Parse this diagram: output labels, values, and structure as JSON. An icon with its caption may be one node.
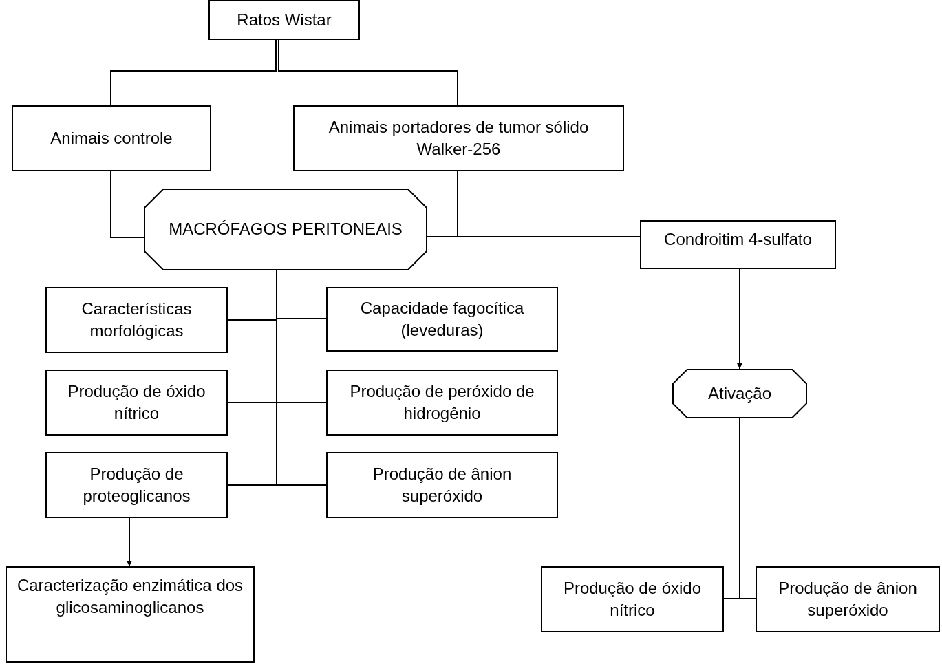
{
  "diagram": {
    "nodes": [
      {
        "text": [
          "Ratos Wistar"
        ]
      },
      {
        "text": [
          "Animais controle"
        ]
      },
      {
        "text": [
          "Animais portadores de tumor sólido Walker-256"
        ]
      },
      {
        "text": [
          "MACRÓFAGOS PERITONEAIS"
        ]
      },
      {
        "text": [
          "Condroitim 4-sulfato"
        ]
      },
      {
        "text": [
          "Características morfológicas"
        ]
      },
      {
        "text": [
          "Capacidade fagocítica (leveduras)"
        ]
      },
      {
        "text": [
          "Produção de óxido nítrico"
        ]
      },
      {
        "text": [
          "Produção de peróxido de hidrogênio"
        ]
      },
      {
        "text": [
          "Produção de proteoglicanos"
        ]
      },
      {
        "text": [
          "Produção de ânion superóxido"
        ]
      },
      {
        "text": [
          "Caracterização enzimática dos glicosaminoglicanos"
        ]
      },
      {
        "text": [
          "Ativação"
        ]
      },
      {
        "text": [
          "Produção de óxido nítrico"
        ]
      },
      {
        "text": [
          "Produção de ânion superóxido"
        ]
      }
    ],
    "edges": [
      {
        "from": 0,
        "to": 1,
        "arrow": "none"
      },
      {
        "from": 0,
        "to": 2,
        "arrow": "none"
      },
      {
        "from": 1,
        "to": 3,
        "arrow": "none"
      },
      {
        "from": 2,
        "to": 3,
        "arrow": "none"
      },
      {
        "from": 3,
        "to": 4,
        "arrow": "none"
      },
      {
        "from": 3,
        "to": 5,
        "arrow": "none"
      },
      {
        "from": 3,
        "to": 6,
        "arrow": "none"
      },
      {
        "from": 3,
        "to": 7,
        "arrow": "none"
      },
      {
        "from": 3,
        "to": 8,
        "arrow": "none"
      },
      {
        "from": 3,
        "to": 9,
        "arrow": "none"
      },
      {
        "from": 3,
        "to": 10,
        "arrow": "none"
      },
      {
        "from": 9,
        "to": 11,
        "arrow": "to"
      },
      {
        "from": 4,
        "to": 12,
        "arrow": "to"
      },
      {
        "from": 12,
        "to": 13,
        "arrow": "none"
      },
      {
        "from": 12,
        "to": 14,
        "arrow": "none"
      }
    ]
  }
}
